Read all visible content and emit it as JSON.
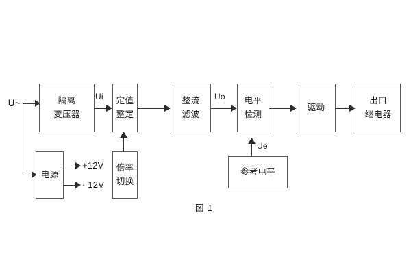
{
  "figure": {
    "caption": "图 1",
    "background_color": "#ffffff",
    "line_color": "#5a5a5a",
    "text_color": "#1b1b1b"
  },
  "input": {
    "source_label": "U~"
  },
  "blocks": [
    {
      "id": "isolation-transformer",
      "lines": [
        "隔离",
        "变压器"
      ]
    },
    {
      "id": "setting-value",
      "lines": [
        "定值",
        "整定"
      ]
    },
    {
      "id": "rectify-filter",
      "lines": [
        "整流",
        "滤波"
      ]
    },
    {
      "id": "level-detection",
      "lines": [
        "电平",
        "检测"
      ]
    },
    {
      "id": "drive",
      "lines": [
        "驱动"
      ]
    },
    {
      "id": "output-relay",
      "lines": [
        "出口",
        "继电器"
      ]
    },
    {
      "id": "power-supply",
      "lines": [
        "电源"
      ]
    },
    {
      "id": "multiplier-switch",
      "lines": [
        "倍率",
        "切换"
      ]
    },
    {
      "id": "reference-level",
      "lines": [
        "参考电平"
      ]
    }
  ],
  "signals": {
    "ui": "Ui",
    "uo": "Uo",
    "ue": "Ue",
    "rail_positive": "+12V",
    "rail_negative": "· 12V"
  }
}
